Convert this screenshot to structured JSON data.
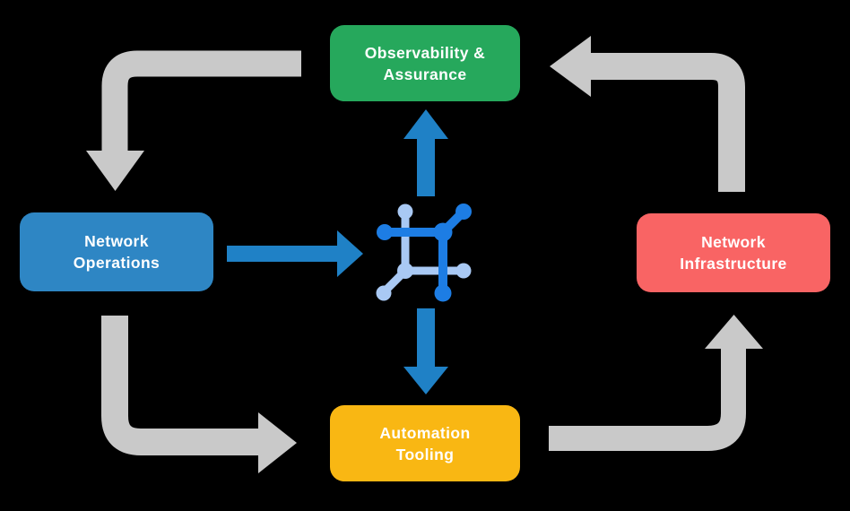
{
  "nodes": {
    "observability": {
      "label": "Observability &\nAssurance",
      "color": "#26a85c"
    },
    "operations": {
      "label": "Network\nOperations",
      "color": "#2e86c4"
    },
    "infrastructure": {
      "label": "Network\nInfrastructure",
      "color": "#f96464"
    },
    "tooling": {
      "label": "Automation\nTooling",
      "color": "#f9b713"
    }
  },
  "colors": {
    "text_on_node": "#ffffff",
    "arrow_gray": "#c9c9c9",
    "arrow_blue": "#1f81c6",
    "icon_dark_blue": "#1d7de4",
    "icon_light_blue": "#a9c9f4"
  },
  "icon": {
    "name": "network-automation-icon"
  }
}
